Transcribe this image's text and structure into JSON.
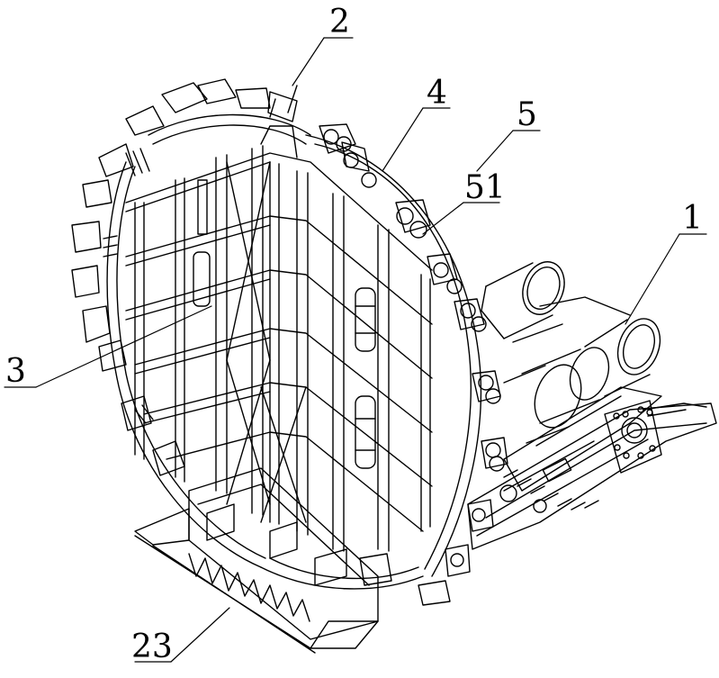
{
  "figure": {
    "labels": {
      "cutterhead_ring": "2",
      "cutter_mount": "4",
      "roller_assembly": "5",
      "roller": "51",
      "crawler_chassis": "1",
      "inner_frame": "3",
      "base_teeth": "23"
    }
  }
}
